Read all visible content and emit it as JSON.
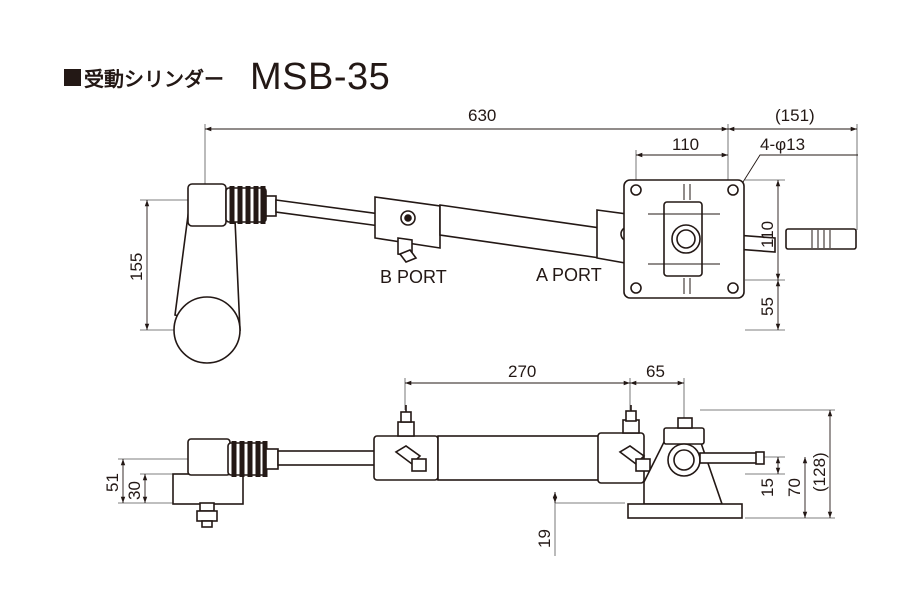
{
  "title": {
    "marker": "■",
    "subtitle": "受動シリンダー",
    "model": "MSB-35"
  },
  "top_view": {
    "dim_overall_length": "630",
    "dim_extension": "(151)",
    "dim_bracket_width": "110",
    "dim_holes": "4-φ13",
    "dim_bracket_height": "110",
    "dim_bracket_offset": "55",
    "dim_tiller_height": "155",
    "port_b": "B PORT",
    "port_a": "A PORT"
  },
  "side_view": {
    "dim_port_spacing": "270",
    "dim_bracket_offset": "65",
    "dim_overall_height": "(128)",
    "dim_axis_height": "70",
    "dim_rod_offset": "15",
    "dim_arm_height": "51",
    "dim_arm_base": "30",
    "dim_base_drop": "19"
  },
  "colors": {
    "line": "#231815",
    "dim_line": "#444444",
    "fill": "#ffffff"
  }
}
